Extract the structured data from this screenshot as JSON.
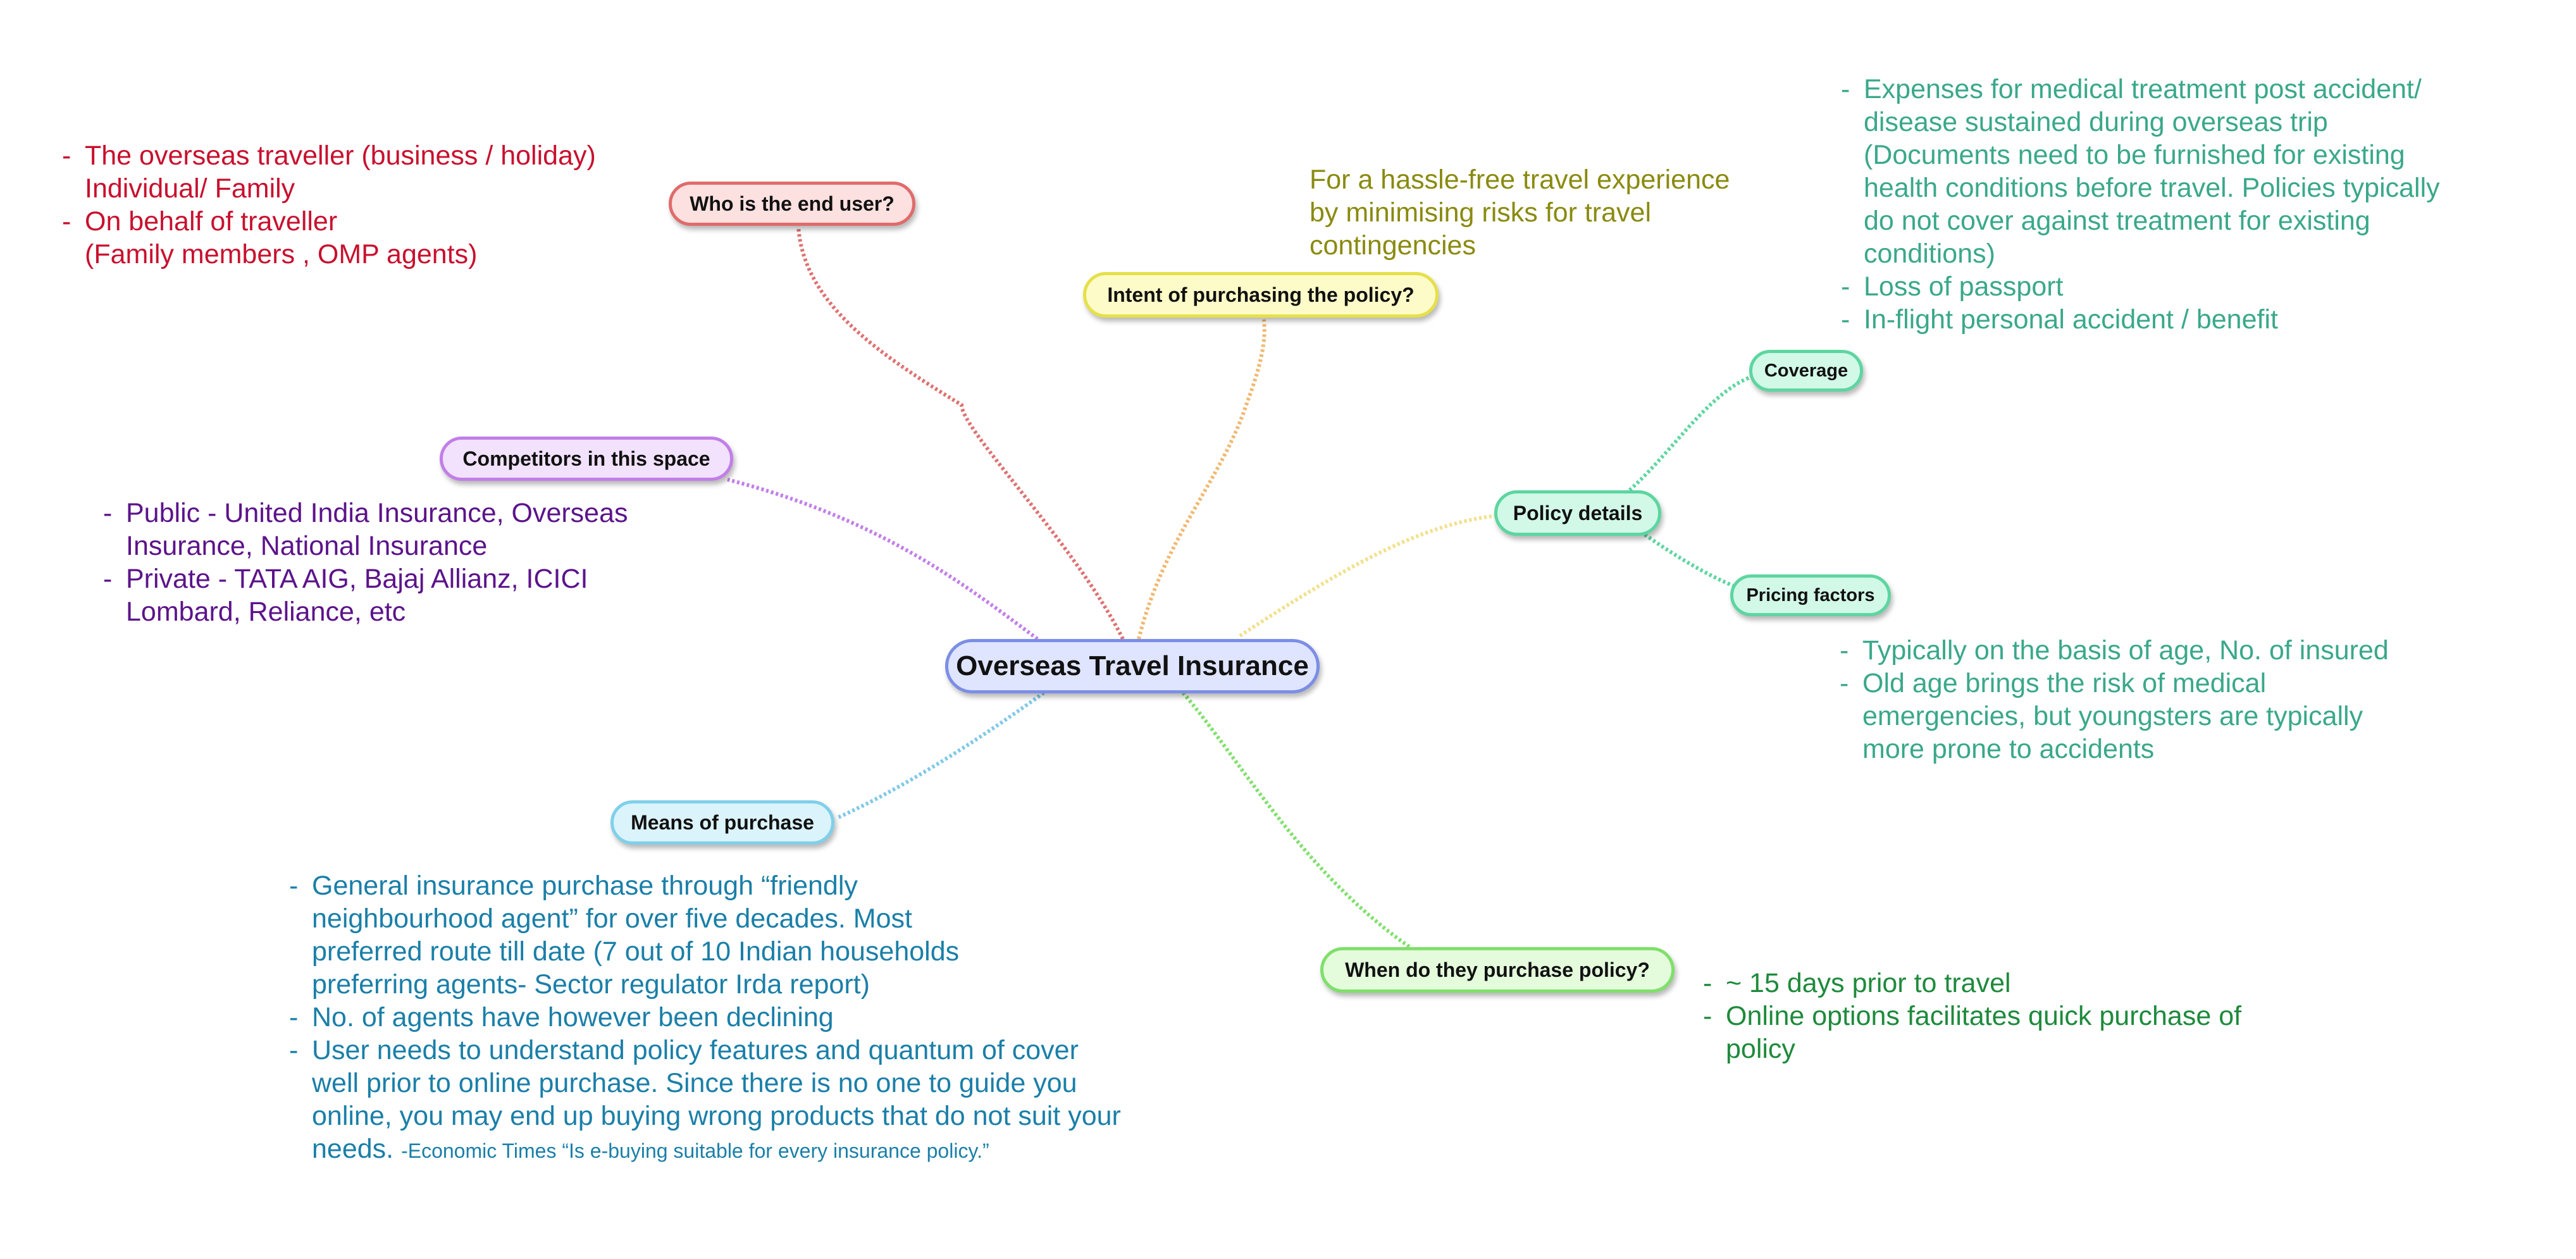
{
  "central": {
    "label": "Overseas Travel Insurance",
    "color": "#7b8ee6",
    "fill": "#dfe4ff"
  },
  "branches": [
    {
      "id": "end_user",
      "label": "Who is the end user?",
      "color": "#e06b6b",
      "fill": "#fde0e0",
      "line_color": "#e07070",
      "notes": [
        {
          "text": "The overseas traveller (business / holiday)\nIndividual/ Family"
        },
        {
          "text": "On behalf of traveller\n(Family members , OMP agents)"
        }
      ],
      "text_color": "#c8102e"
    },
    {
      "id": "intent",
      "label": "Intent of purchasing the policy?",
      "color": "#e6e04a",
      "fill": "#fdfbc8",
      "line_color": "#f0b870",
      "notes": [
        {
          "text": "For a hassle-free travel experience\nby minimising risks for travel\ncontingencies"
        }
      ],
      "text_color": "#8a8a10"
    },
    {
      "id": "competitors",
      "label": "Competitors in this space",
      "color": "#c27ee8",
      "fill": "#f2e2fd",
      "line_color": "#c27ee8",
      "notes": [
        {
          "text": "Public - United India Insurance, Overseas\nInsurance, National Insurance"
        },
        {
          "text": "Private - TATA AIG, Bajaj Allianz, ICICI\nLombard, Reliance, etc"
        }
      ],
      "text_color": "#5c138a"
    },
    {
      "id": "policy_details",
      "label": "Policy details",
      "color": "#5cd6a0",
      "fill": "#d2f8e8",
      "line_color": "#f2e08a",
      "children": [
        {
          "id": "coverage",
          "label": "Coverage",
          "notes": [
            {
              "text": "Expenses for medical treatment post accident/\ndisease sustained during overseas trip\n(Documents need to be furnished for existing\nhealth conditions before travel. Policies typically\ndo not cover against treatment for existing\nconditions)"
            },
            {
              "text": "Loss of passport"
            },
            {
              "text": "In-flight personal accident / benefit"
            }
          ]
        },
        {
          "id": "pricing",
          "label": "Pricing factors",
          "notes": [
            {
              "text": "Typically on the basis of age, No. of insured"
            },
            {
              "text": "Old age brings the risk of medical\nemergencies, but youngsters are typically\nmore prone to accidents"
            }
          ]
        }
      ],
      "child_line_color": "#5cd6a0",
      "text_color": "#3aa88a"
    },
    {
      "id": "means",
      "label": "Means of purchase",
      "color": "#7fd0ea",
      "fill": "#dbf3fb",
      "line_color": "#7fc8e8",
      "notes": [
        {
          "text": "General insurance purchase through “friendly\nneighbourhood agent” for over five decades. Most\npreferred route till date (7 out of 10 Indian households\npreferring agents- Sector regulator Irda report)"
        },
        {
          "text": "No. of agents have however been declining"
        },
        {
          "text": "User needs to understand policy features and quantum of cover\nwell prior to online purchase. Since there is no one to guide you\nonline, you may end up buying wrong products that do not suit your\nneeds.",
          "source": "-Economic Times “Is e-buying suitable for every insurance policy.”"
        }
      ],
      "text_color": "#1a7fa8"
    },
    {
      "id": "when",
      "label": "When do they purchase policy?",
      "color": "#7fe06a",
      "fill": "#e4fbdc",
      "line_color": "#7fe06a",
      "notes": [
        {
          "text": "~ 15 days prior to travel"
        },
        {
          "text": "Online options facilitates quick purchase of\npolicy"
        }
      ],
      "text_color": "#1e8a3c"
    }
  ]
}
